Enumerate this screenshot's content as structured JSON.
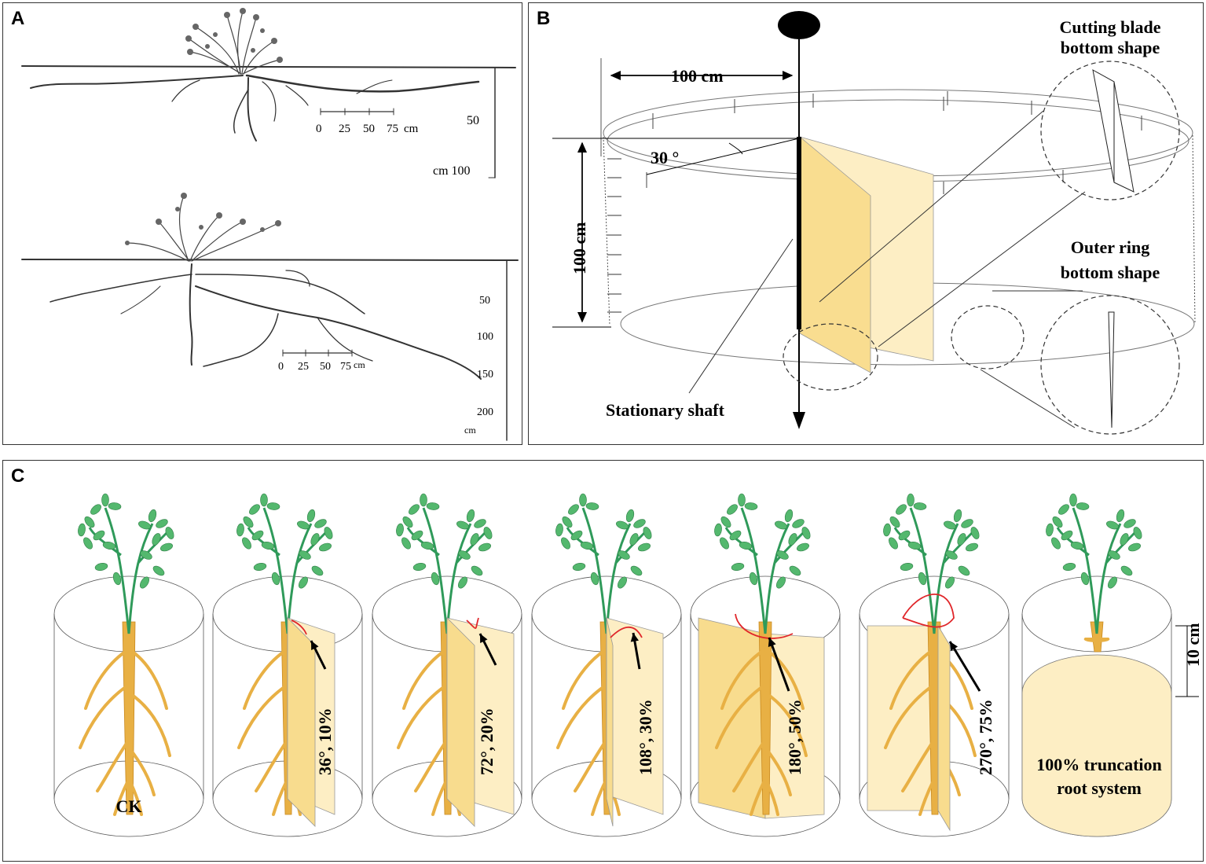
{
  "panel_a": {
    "label": "A",
    "top": {
      "scale_ticks": [
        "0",
        "25",
        "50",
        "75"
      ],
      "scale_unit": "cm",
      "depth_ticks": [
        "50",
        "cm 100"
      ]
    },
    "bottom": {
      "scale_ticks": [
        "0",
        "25",
        "50",
        "75"
      ],
      "scale_unit": "cm",
      "depth_ticks": [
        "50",
        "100",
        "150",
        "200"
      ],
      "depth_unit": "cm"
    }
  },
  "panel_b": {
    "label": "B",
    "radius_label": "100 cm",
    "depth_label": "100 cm",
    "angle_label": "30 °",
    "blade_title": "Cutting blade\nbottom shape",
    "blade_title_line1": "Cutting blade",
    "blade_title_line2": "bottom shape",
    "ring_title_line1": "Outer ring",
    "ring_title_line2": "bottom shape",
    "shaft_label": "Stationary shaft"
  },
  "panel_c": {
    "label": "C",
    "colors": {
      "root": "#e8b044",
      "stem": "#2f9a5a",
      "leaf": "#54b86e",
      "blade_light": "#fdeec4",
      "blade_dark": "#f8dc8e",
      "angle_mark": "#e0262a"
    },
    "treatments": [
      {
        "label": "CK"
      },
      {
        "label": "36°, 10%"
      },
      {
        "label": "72°, 20%"
      },
      {
        "label": "108°, 30%"
      },
      {
        "label": "180°, 50%"
      },
      {
        "label": "270°, 75%"
      },
      {
        "label_line1": "100% truncation",
        "label_line2": "root system",
        "side_label": "10 cm"
      }
    ]
  }
}
